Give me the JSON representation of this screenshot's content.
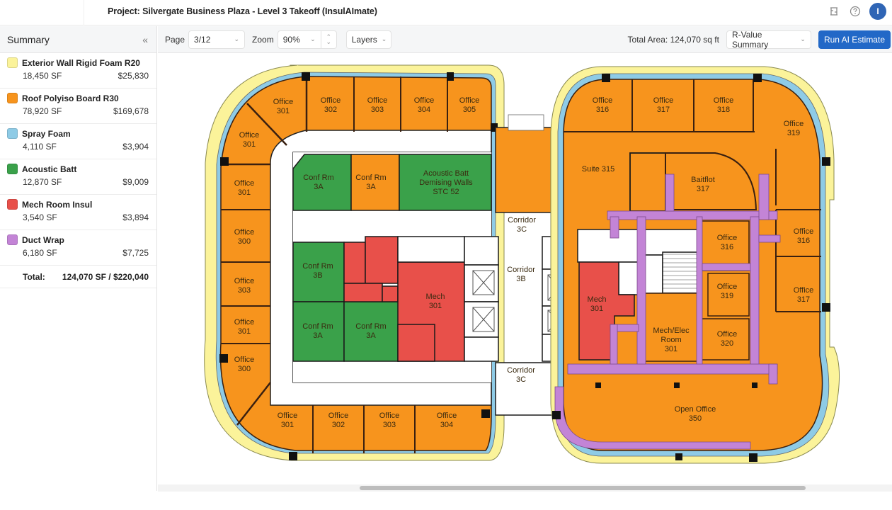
{
  "header": {
    "title": "Project: Silvergate Business Plaza - Level 3 Takeoff (InsulAImate)",
    "avatar_initial": "I",
    "icons": [
      "layout-icon",
      "help-icon",
      "user-avatar"
    ]
  },
  "sidebar": {
    "title": "Summary",
    "collapse_icon": "«",
    "items": [
      {
        "name": "Exterior Wall Rigid Foam R20",
        "area": "18,450 SF",
        "cost": "$25,830",
        "color": "#fbf39a"
      },
      {
        "name": "Roof Polyiso Board R30",
        "area": "78,920 SF",
        "cost": "$169,678",
        "color": "#f7941d"
      },
      {
        "name": "Spray Foam",
        "area": "4,110 SF",
        "cost": "$3,904",
        "color": "#8ecbe6"
      },
      {
        "name": "Acoustic Batt",
        "area": "12,870 SF",
        "cost": "$9,009",
        "color": "#3aa14a"
      },
      {
        "name": "Mech Room Insul",
        "area": "3,540 SF",
        "cost": "$3,894",
        "color": "#e8504a"
      },
      {
        "name": "Duct Wrap",
        "area": "6,180 SF",
        "cost": "$7,725",
        "color": "#c384d6"
      }
    ],
    "total_label": "Total:",
    "total_value": "124,070 SF / $220,040"
  },
  "toolbar": {
    "page_label": "Page",
    "page_value": "3/12",
    "zoom_label": "Zoom",
    "zoom_value": "90%",
    "layers_label": "Layers",
    "total_area": "Total Area: 124,070 sq ft",
    "summary_select": "R-Value Summary",
    "run_button": "Run AI Estimate",
    "accent_color": "#2268c7"
  },
  "floorplan": {
    "rooms": {
      "o301a": [
        "Office",
        "301"
      ],
      "o302": [
        "Office",
        "302"
      ],
      "o303": [
        "Office",
        "303"
      ],
      "o304": [
        "Office",
        "304"
      ],
      "o305": [
        "Office",
        "305"
      ],
      "o301b": [
        "Office",
        "301"
      ],
      "o301c": [
        "Office",
        "301"
      ],
      "o300a": [
        "Office",
        "300"
      ],
      "o303w": [
        "Office",
        "303"
      ],
      "o301w": [
        "Office",
        "301"
      ],
      "o300b": [
        "Office",
        "300"
      ],
      "conf3a1": [
        "Conf Rm",
        "3A"
      ],
      "conf3a2": [
        "Conf Rm",
        "3A"
      ],
      "acoustic": [
        "Acoustic Batt",
        "Demising Walls",
        "STC 52"
      ],
      "conf3b": [
        "Conf Rm",
        "3B"
      ],
      "conf3a3": [
        "Conf Rm",
        "3A"
      ],
      "conf3a4": [
        "Conf Rm",
        "3A"
      ],
      "mech301": [
        "Mech",
        "301"
      ],
      "mech301e": [
        "Mech",
        "301"
      ],
      "corr3c_top": [
        "Corridor",
        "3C"
      ],
      "corr3b": [
        "Corridor",
        "3B"
      ],
      "corr3c_bot": [
        "Corridor",
        "3C"
      ],
      "o316": [
        "Office",
        "316"
      ],
      "o317": [
        "Office",
        "317"
      ],
      "o318": [
        "Office",
        "318"
      ],
      "o319": [
        "Office",
        "319"
      ],
      "suite315": [
        "Suite 315"
      ],
      "bathroom317": [
        "Baitflot",
        "317"
      ],
      "o316b": [
        "Office",
        "316"
      ],
      "o319b": [
        "Office",
        "319"
      ],
      "o320": [
        "Office",
        "320"
      ],
      "o316e": [
        "Office",
        "316"
      ],
      "o317e": [
        "Office",
        "317"
      ],
      "mechelec": [
        "Mech/Elec",
        "Room",
        "301"
      ],
      "b301": [
        "Office",
        "301"
      ],
      "b302": [
        "Office",
        "302"
      ],
      "b303": [
        "Office",
        "303"
      ],
      "b304": [
        "Office",
        "304"
      ],
      "openoffice": [
        "Open Office",
        "350"
      ]
    }
  }
}
